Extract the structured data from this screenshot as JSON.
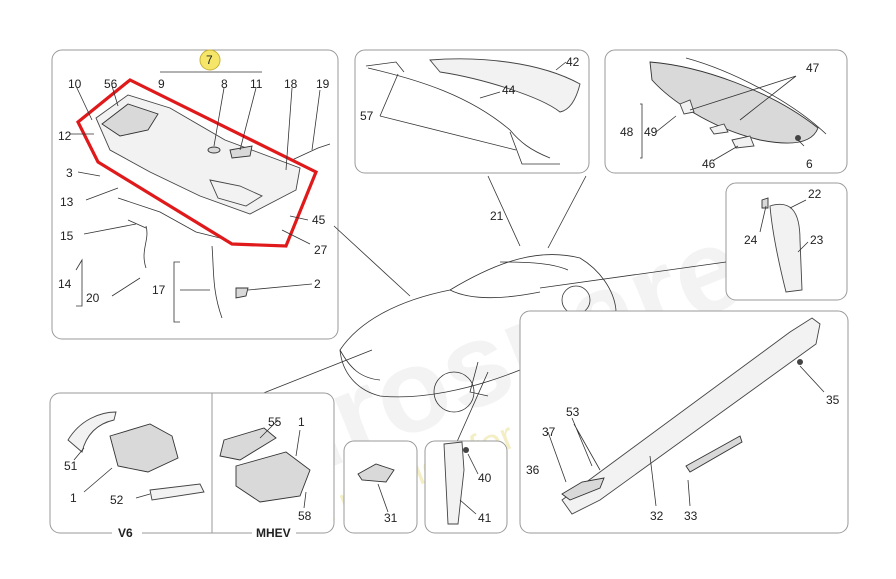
{
  "watermark": {
    "brand": "eurospares",
    "tagline": "a passion for parts since 1985"
  },
  "group_titles": {
    "v6": "V6",
    "mhev": "MHEV"
  },
  "highlight": {
    "callout_number": "7",
    "highlight_color": "#e0191b",
    "callout_fill": "#f5e66a"
  },
  "callouts": {
    "c1a": "1",
    "c1b": "1",
    "c2": "2",
    "c3": "3",
    "c6": "6",
    "c8": "8",
    "c9": "9",
    "c10": "10",
    "c11": "11",
    "c12": "12",
    "c13": "13",
    "c14": "14",
    "c15": "15",
    "c17": "17",
    "c18": "18",
    "c19": "19",
    "c20": "20",
    "c21": "21",
    "c22": "22",
    "c23": "23",
    "c24": "24",
    "c27": "27",
    "c31": "31",
    "c32": "32",
    "c33": "33",
    "c35": "35",
    "c36": "36",
    "c37": "37",
    "c40": "40",
    "c41": "41",
    "c42": "42",
    "c44": "44",
    "c45": "45",
    "c46": "46",
    "c47": "47",
    "c48": "48",
    "c49": "49",
    "c51": "51",
    "c52": "52",
    "c53": "53",
    "c55": "55",
    "c56": "56",
    "c57": "57",
    "c58": "58"
  }
}
